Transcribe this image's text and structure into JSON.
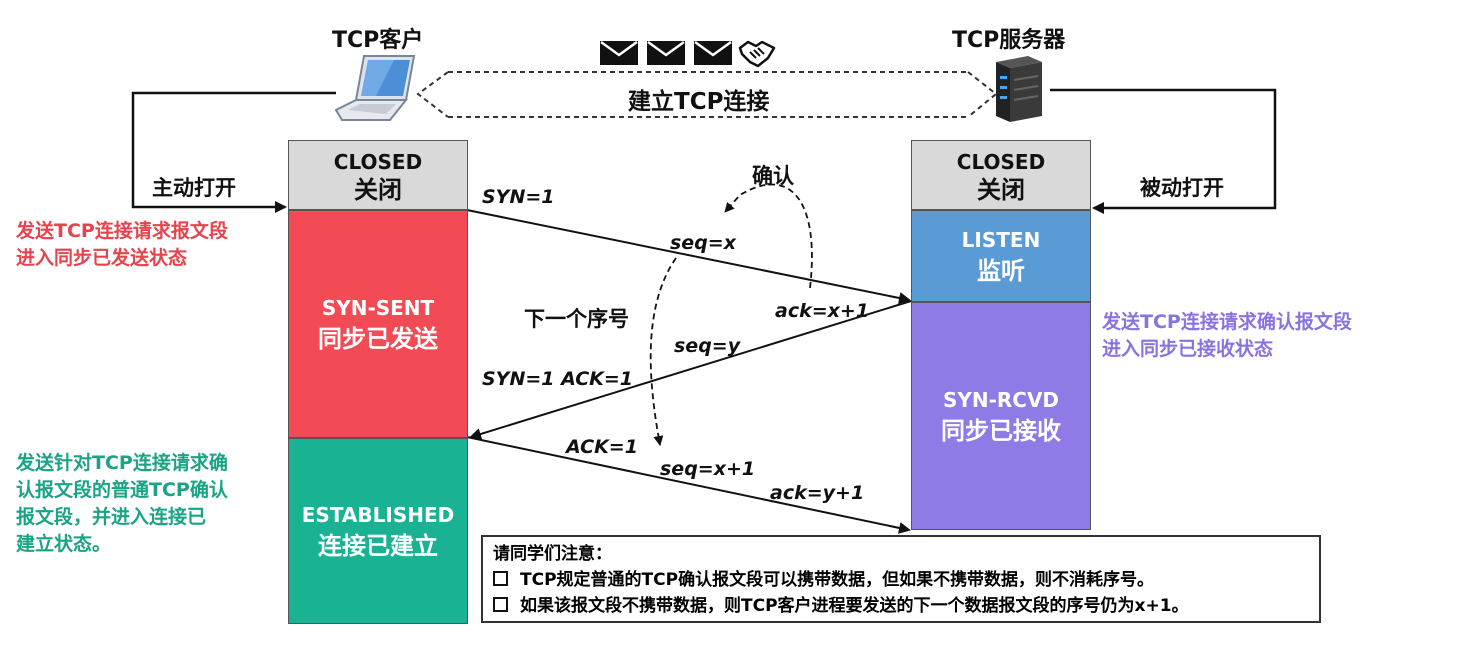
{
  "client": {
    "title": "TCP客户"
  },
  "server": {
    "title": "TCP服务器"
  },
  "connection": {
    "label": "建立TCP连接"
  },
  "client_states": {
    "closed": {
      "en": "CLOSED",
      "zh": "关闭"
    },
    "syn_sent": {
      "en": "SYN-SENT",
      "zh": "同步已发送"
    },
    "established": {
      "en": "ESTABLISHED",
      "zh": "连接已建立"
    }
  },
  "server_states": {
    "closed": {
      "en": "CLOSED",
      "zh": "关闭"
    },
    "listen": {
      "en": "LISTEN",
      "zh": "监听"
    },
    "syn_rcvd": {
      "en": "SYN-RCVD",
      "zh": "同步已接收"
    }
  },
  "labels": {
    "active_open": "主动打开",
    "passive_open": "被动打开",
    "confirm": "确认",
    "next_seq": "下一个序号"
  },
  "segments": {
    "syn1": "SYN=1",
    "seq_x": "seq=x",
    "ack_x1": "ack=x+1",
    "seq_y": "seq=y",
    "syn1_ack1": "SYN=1  ACK=1",
    "ack1": "ACK=1",
    "seq_x1": "seq=x+1",
    "ack_y1": "ack=y+1"
  },
  "notes": {
    "client_send": [
      "发送TCP连接请求报文段",
      "进入同步已发送状态"
    ],
    "server_send": [
      "发送TCP连接请求确认报文段",
      "进入同步已接收状态"
    ],
    "client_ack": [
      "发送针对TCP连接请求确",
      "认报文段的普通TCP确认",
      "报文段，并进入连接已",
      "建立状态。"
    ]
  },
  "notice": {
    "title": "请同学们注意：",
    "items": [
      "TCP规定普通的TCP确认报文段可以携带数据，但如果不携带数据，则不消耗序号。",
      "如果该报文段不携带数据，则TCP客户进程要发送的下一个数据报文段的序号仍为x+1。"
    ]
  },
  "colors": {
    "closed": "#d9d9d9",
    "syn_sent": "#f24b55",
    "established": "#19b394",
    "listen": "#5b9bd5",
    "syn_rcvd": "#8f7ae6",
    "note_red": "#e8424c",
    "note_purple": "#8a72e0",
    "note_green": "#1aa384"
  }
}
